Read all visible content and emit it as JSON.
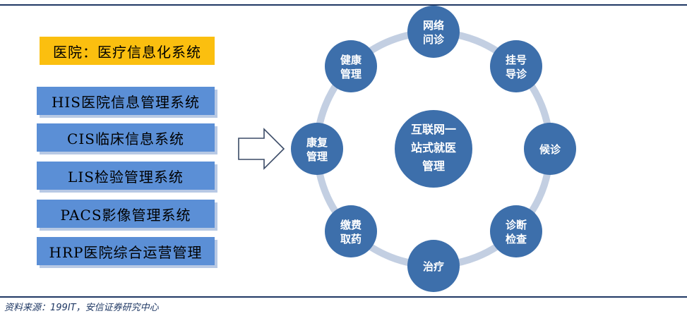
{
  "hospital_label": "医院：医疗信息化系统",
  "systems": [
    "HIS医院信息管理系统",
    "CIS临床信息系统",
    "LIS检验管理系统",
    "PACS影像管理系统",
    "HRP医院综合运营管理"
  ],
  "center": [
    "互联网一",
    "站式就医",
    "管理"
  ],
  "nodes": [
    [
      "网络",
      "问诊"
    ],
    [
      "挂号",
      "导诊"
    ],
    [
      "候诊"
    ],
    [
      "诊断",
      "检查"
    ],
    [
      "治疗"
    ],
    [
      "缴费",
      "取药"
    ],
    [
      "康复",
      "管理"
    ],
    [
      "健康",
      "管理"
    ]
  ],
  "source": "资料来源：199IT，安信证券研究中心",
  "colors": {
    "highlight": "#fbbf0f",
    "system_box": "#5b8fd6",
    "node": "#3d6fab",
    "ring": "#c3cfe2",
    "rule": "#1f3864"
  }
}
